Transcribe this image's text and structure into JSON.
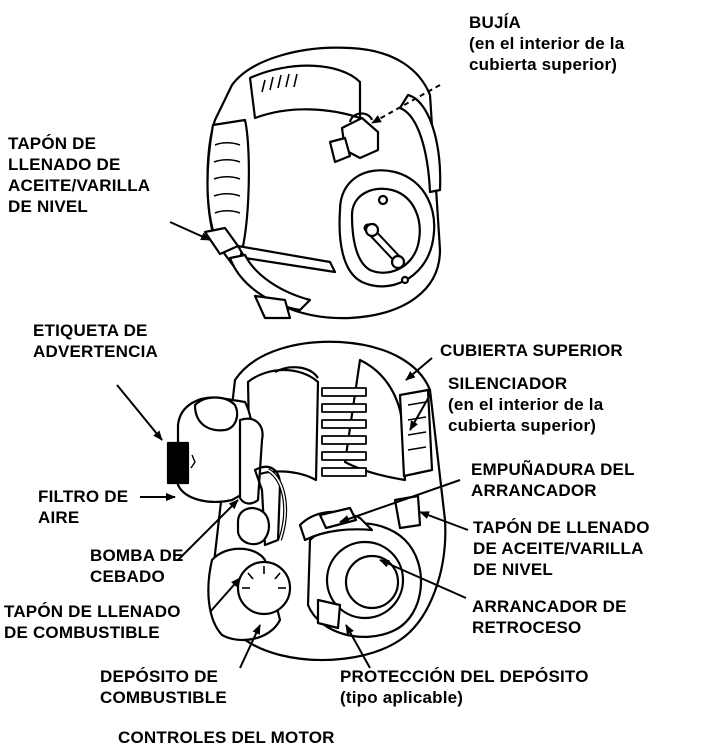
{
  "labels": {
    "spark_plug": [
      "BUJÍA",
      "(en el interior de la",
      "cubierta superior)"
    ],
    "oil_cap_top": [
      "TAPÓN DE",
      "LLENADO DE",
      "ACEITE/VARILLA",
      "DE NIVEL"
    ],
    "warning_label": [
      "ETIQUETA DE",
      "ADVERTENCIA"
    ],
    "top_cover": [
      "CUBIERTA SUPERIOR"
    ],
    "muffler": [
      "SILENCIADOR",
      "(en el interior de la",
      "cubierta superior)"
    ],
    "air_filter": [
      "FILTRO DE",
      "AIRE"
    ],
    "starter_grip": [
      "EMPUÑADURA DEL",
      "ARRANCADOR"
    ],
    "primer_bulb": [
      "BOMBA DE",
      "CEBADO"
    ],
    "oil_cap_bottom": [
      "TAPÓN DE LLENADO",
      "DE ACEITE/VARILLA",
      "DE NIVEL"
    ],
    "fuel_cap": [
      "TAPÓN DE LLENADO",
      "DE COMBUSTIBLE"
    ],
    "recoil_starter": [
      "ARRANCADOR DE",
      "RETROCESO"
    ],
    "fuel_tank": [
      "DEPÓSITO DE",
      "COMBUSTIBLE"
    ],
    "tank_protector": [
      "PROTECCIÓN DEL DEPÓSITO",
      "(tipo aplicable)"
    ]
  },
  "caption": "CONTROLES DEL MOTOR",
  "colors": {
    "ink": "#000000",
    "paper": "#ffffff"
  }
}
